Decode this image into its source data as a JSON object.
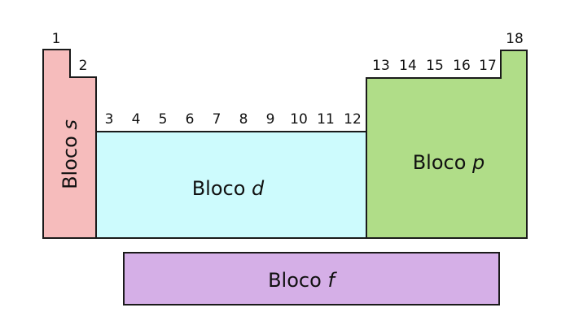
{
  "colors": {
    "s_block": "#f6bcbc",
    "d_block": "#cdfbfd",
    "p_block": "#b0dd88",
    "f_block": "#d5afe7",
    "stroke": "#1a1a1a"
  },
  "groups": [
    "1",
    "2",
    "3",
    "4",
    "5",
    "6",
    "7",
    "8",
    "9",
    "10",
    "11",
    "12",
    "13",
    "14",
    "15",
    "16",
    "17",
    "18"
  ],
  "blocks": {
    "s": {
      "word": "Bloco",
      "letter": "s"
    },
    "d": {
      "word": "Bloco",
      "letter": "d"
    },
    "p": {
      "word": "Bloco",
      "letter": "p"
    },
    "f": {
      "word": "Bloco",
      "letter": "f"
    }
  }
}
